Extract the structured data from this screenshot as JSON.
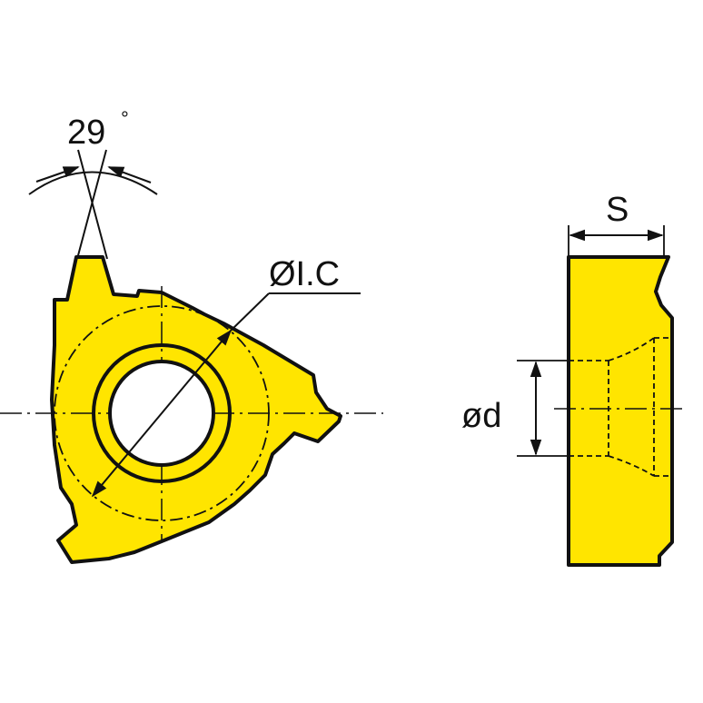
{
  "labels": {
    "angle": "29",
    "angle_unit": "°",
    "inscribed_circle": "ØI.C",
    "thickness": "S",
    "hole_diameter": "ød"
  },
  "colors": {
    "insert_fill": "#ffe500",
    "outline": "#111111",
    "background": "#ffffff"
  }
}
